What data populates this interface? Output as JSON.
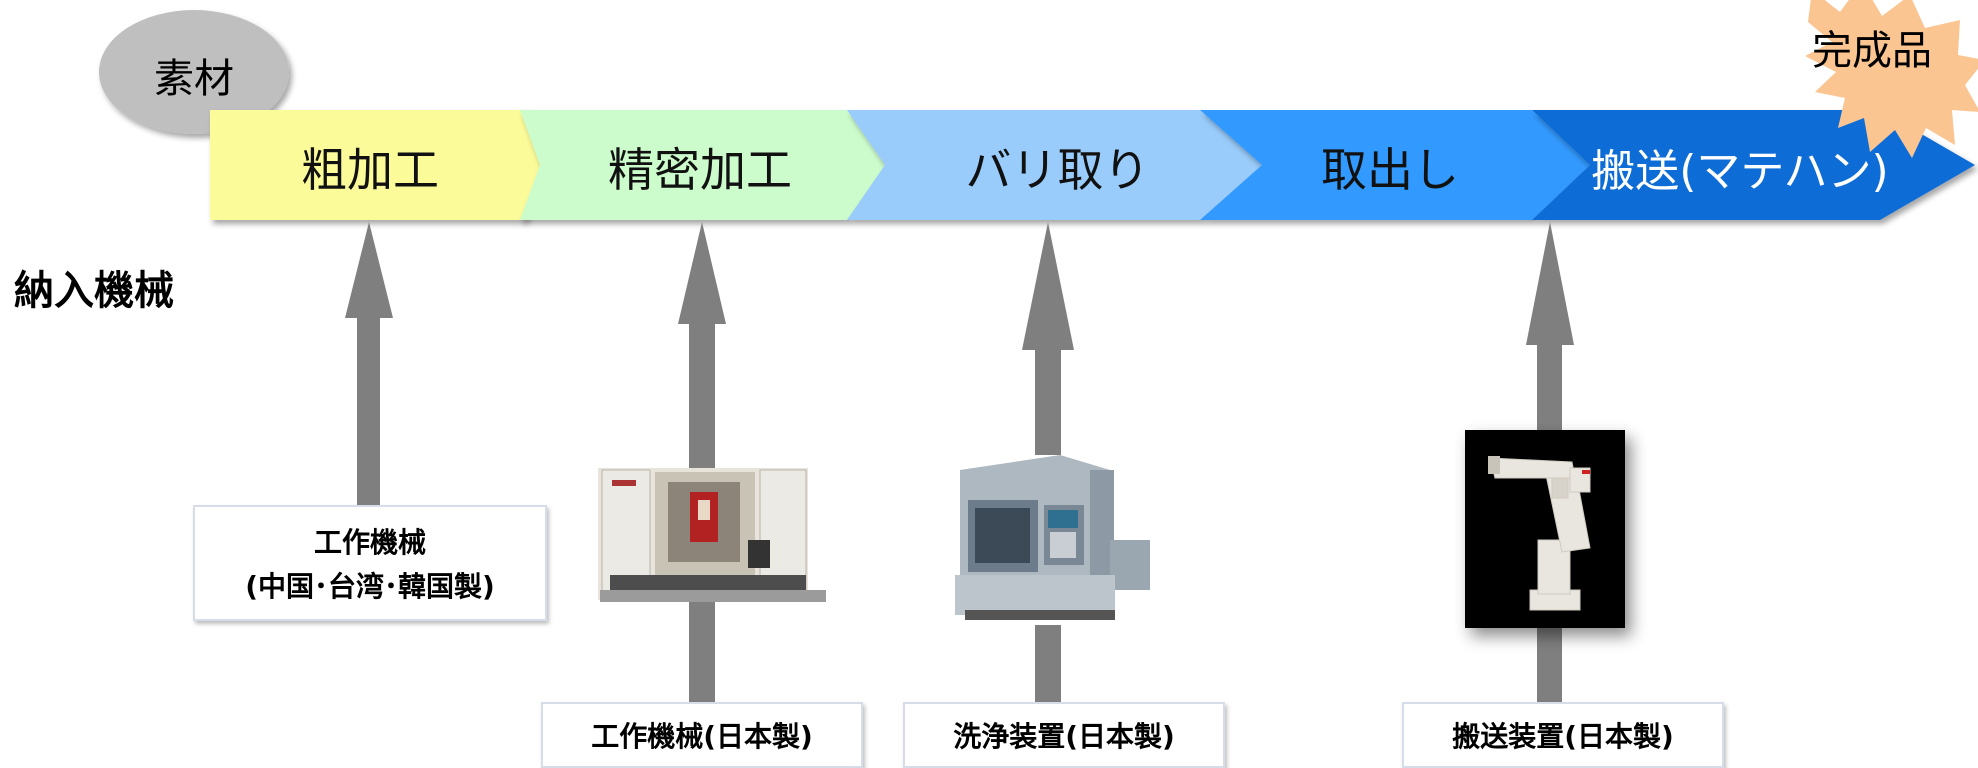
{
  "process": {
    "material": "素材",
    "steps": [
      "粗加工",
      "精密加工",
      "バリ取り",
      "取出し",
      "搬送(マテハン)"
    ],
    "finished": "完成品"
  },
  "side_label": "納入機械",
  "machines": {
    "rough": {
      "line1": "工作機械",
      "line2": "(中国･台湾･韓国製)"
    },
    "precision": "工作機械(日本製)",
    "deburr": "洗浄装置(日本製)",
    "transport": "搬送装置(日本製)"
  },
  "colors": {
    "step1": "#fbfb9a",
    "step2": "#ccfccc",
    "step3": "#99ccfb",
    "step4": "#3399fe",
    "step5": "#0a6cd6",
    "arrow": "#7f7f7f",
    "burst": "#fbc591",
    "material_oval": "#bfbfbf"
  }
}
